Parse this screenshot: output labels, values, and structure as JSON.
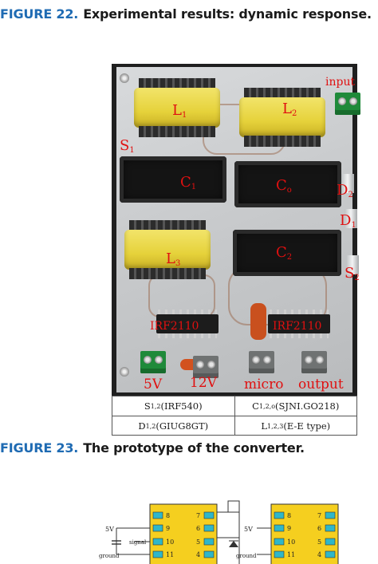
{
  "figure22": {
    "number": "FIGURE 22.",
    "text": "Experimental results: dynamic response."
  },
  "figure23": {
    "number": "FIGURE 23.",
    "text": "The prototype of the converter."
  },
  "photo_labels": {
    "L1": "L",
    "L1_sub": "1",
    "L2": "L",
    "L2_sub": "2",
    "L3": "L",
    "L3_sub": "3",
    "S1": "S",
    "S1_sub": "1",
    "S2": "S",
    "S2_sub": "2",
    "C1": "C",
    "C1_sub": "1",
    "Co": "C",
    "Co_sub": "o",
    "C2": "C",
    "C2_sub": "2",
    "D2": "D",
    "D2_sub": "2",
    "D1": "D",
    "D1_sub": "1",
    "input": "input",
    "ic_left": "IRF2110",
    "ic_right": "IRF2110",
    "bottom_5v": "5V",
    "bottom_12v": "12V",
    "bottom_micro": "micro",
    "bottom_output": "output"
  },
  "table": {
    "r1c1_main": "S",
    "r1c1_sub": "1,2",
    "r1c1_rest": "(IRF540)",
    "r1c2_main": "C",
    "r1c2_sub": "1,2,o",
    "r1c2_rest": "(SJNI.GO218)",
    "r2c1_main": "D",
    "r2c1_sub": "1,2",
    "r2c1_rest": "(GIUG8GT)",
    "r2c2_main": "L",
    "r2c2_sub": "1,2,3",
    "r2c2_rest": "(E-E type)"
  },
  "schematic": {
    "left_chip": {
      "pins_left": [
        "8",
        "9",
        "10",
        "11"
      ],
      "pins_right": [
        "7",
        "6",
        "5",
        "4"
      ]
    },
    "right_chip": {
      "pins_left": [
        "8",
        "9",
        "10",
        "11"
      ],
      "pins_right": [
        "7",
        "6",
        "5",
        "4"
      ]
    },
    "label_5v_left": "5V",
    "label_signal": "signal",
    "label_ground_left": "ground",
    "label_5v_right": "5V",
    "label_ground_right": "ground"
  }
}
